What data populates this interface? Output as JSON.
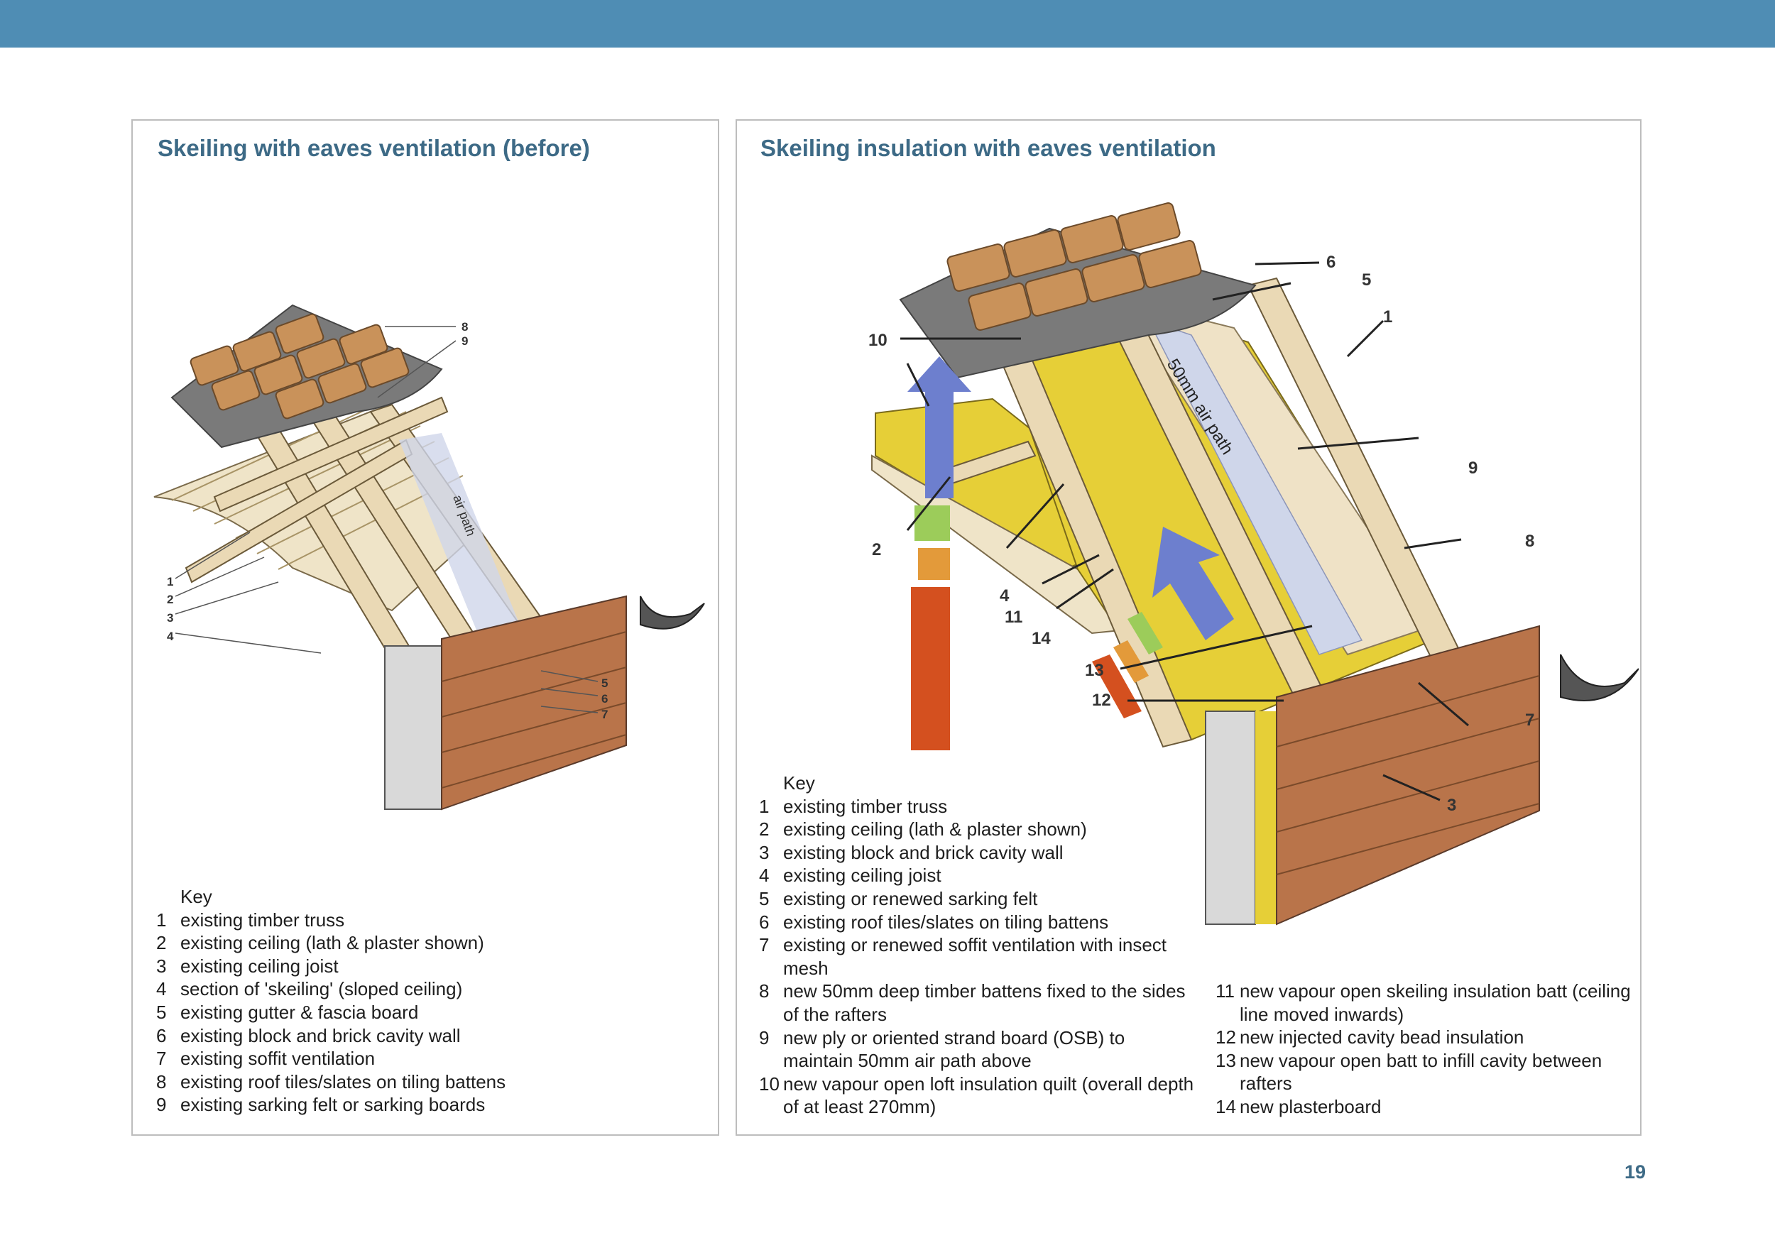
{
  "left": {
    "title": "Skeiling with eaves ventilation (before)",
    "callouts": [
      "1",
      "2",
      "3",
      "4",
      "5",
      "6",
      "7",
      "8",
      "9"
    ],
    "air_label": "air path",
    "key_heading": "Key",
    "key": [
      {
        "n": "1",
        "t": "existing timber truss"
      },
      {
        "n": "2",
        "t": "existing ceiling (lath & plaster shown)"
      },
      {
        "n": "3",
        "t": "existing ceiling joist"
      },
      {
        "n": "4",
        "t": "section of 'skeiling' (sloped ceiling)"
      },
      {
        "n": "5",
        "t": "existing gutter & fascia board"
      },
      {
        "n": "6",
        "t": "existing block and brick cavity wall"
      },
      {
        "n": "7",
        "t": "existing soffit ventilation"
      },
      {
        "n": "8",
        "t": "existing roof tiles/slates on tiling battens"
      },
      {
        "n": "9",
        "t": "existing sarking felt or sarking boards"
      }
    ]
  },
  "right": {
    "title": "Skeiling insulation with eaves ventilation",
    "callouts": [
      "1",
      "2",
      "3",
      "4",
      "5",
      "6",
      "7",
      "8",
      "9",
      "10",
      "11",
      "12",
      "13",
      "14"
    ],
    "air_label": "50mm air path",
    "key_heading": "Key",
    "key_a": [
      {
        "n": "1",
        "t": "existing timber truss"
      },
      {
        "n": "2",
        "t": "existing ceiling (lath & plaster shown)"
      },
      {
        "n": "3",
        "t": "existing block and brick cavity wall"
      },
      {
        "n": "4",
        "t": "existing ceiling joist"
      },
      {
        "n": "5",
        "t": "existing or renewed sarking felt"
      },
      {
        "n": "6",
        "t": "existing roof tiles/slates on tiling battens"
      },
      {
        "n": "7",
        "t": "existing or renewed soffit ventilation with insect mesh"
      },
      {
        "n": "8",
        "t": "new 50mm deep timber battens fixed to the sides of the rafters"
      },
      {
        "n": "9",
        "t": "new ply or oriented strand board (OSB) to maintain 50mm air path above"
      },
      {
        "n": "10",
        "t": "new vapour open loft insulation quilt (overall depth of at least 270mm)"
      }
    ],
    "key_b": [
      {
        "n": "11",
        "t": "new vapour open skeiling insulation batt (ceiling line moved inwards)"
      },
      {
        "n": "12",
        "t": "new injected cavity bead insulation"
      },
      {
        "n": "13",
        "t": "new vapour open batt to infill cavity between rafters"
      },
      {
        "n": "14",
        "t": "new plasterboard"
      }
    ]
  },
  "page_number": "19",
  "colors": {
    "header_bar": "#4f8db4",
    "title_text": "#3d6a86",
    "insulation": "#e6cf37",
    "tiles": "#c9925a",
    "timber": "#ead9b5",
    "brick": "#b9744a",
    "arrow_blue": "#6d7fce",
    "arrow_red": "#d4501f"
  }
}
